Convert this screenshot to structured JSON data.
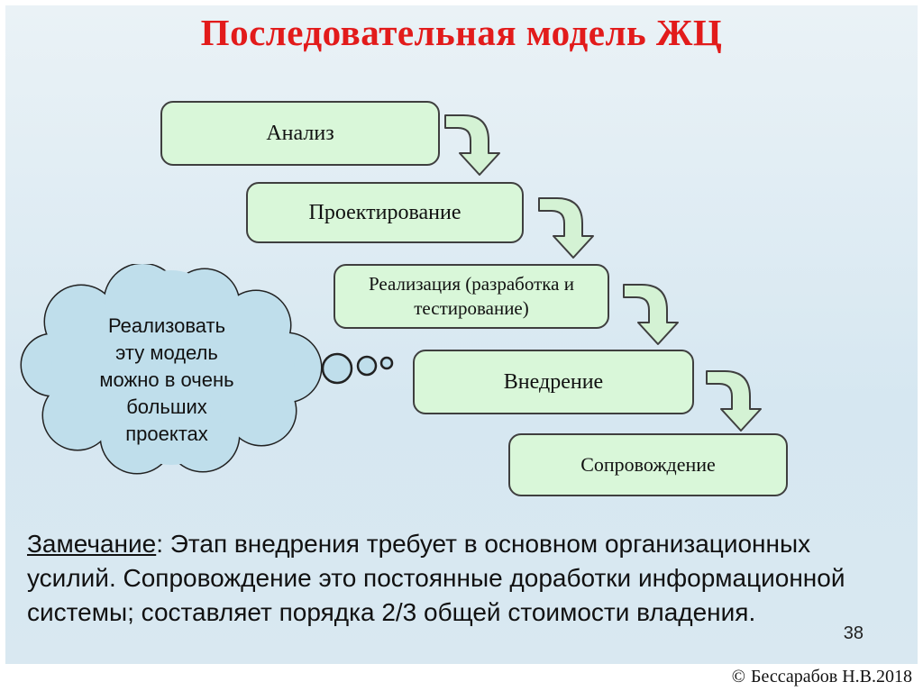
{
  "slide": {
    "title": "Последовательная модель ЖЦ",
    "page_number": "38",
    "copyright_symbol": "©",
    "copyright_text": "Бессарабов Н.В.2018"
  },
  "diagram": {
    "boxes": [
      {
        "label": "Анализ"
      },
      {
        "label": "Проектирование"
      },
      {
        "label": "Реализация (разработка и тестирование)"
      },
      {
        "label": "Внедрение"
      },
      {
        "label": "Сопровождение"
      }
    ],
    "cloud": {
      "lines": [
        "Реализовать",
        "эту модель",
        "можно в очень",
        "больших",
        "проектах"
      ]
    }
  },
  "note": {
    "term": "Замечание",
    "text": ": Этап внедрения требует в основном организационных усилий. Сопровождение это постоянные доработки информационной системы; составляет порядка 2/3 общей стоимости владения."
  },
  "colors": {
    "title_red": "#e21b1b",
    "box_green": "#d9f7d9",
    "arrow_green": "#d4f2d4",
    "cloud_blue": "#bfdeeb",
    "background_blue": "#d8e8f1",
    "outline": "#3f3f3f"
  }
}
